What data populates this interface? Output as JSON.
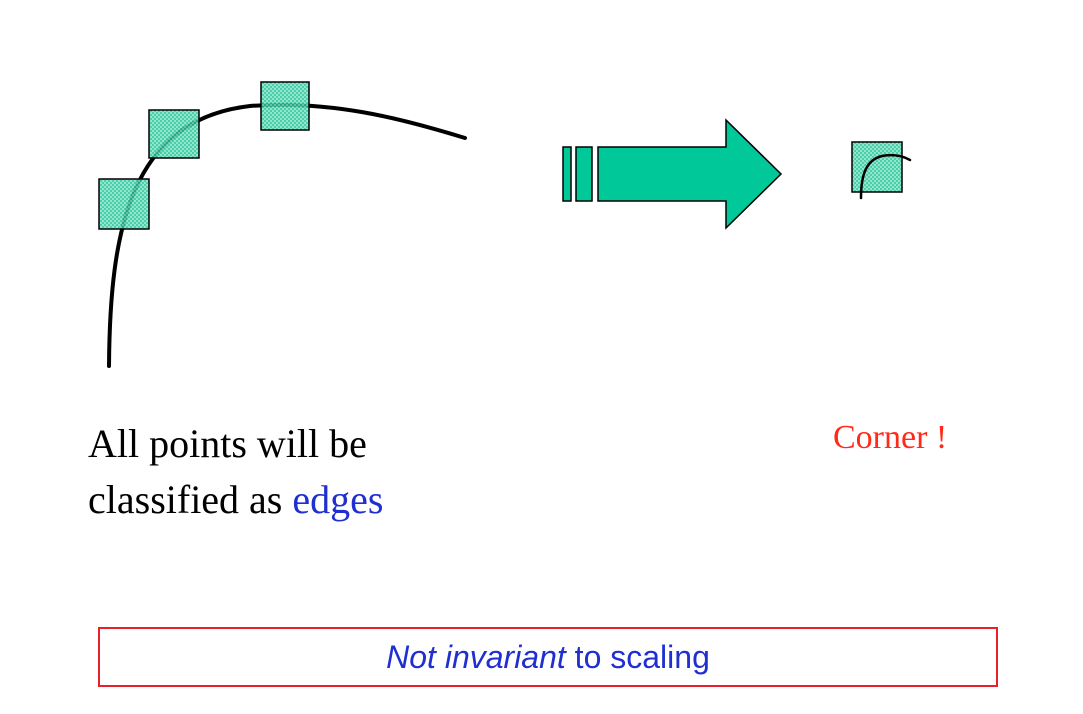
{
  "caption": {
    "line1": "All points will be",
    "line2_prefix": "classified as ",
    "line2_highlight": "edges"
  },
  "corner_label": "Corner !",
  "note": {
    "emphasis": "Not invariant",
    "rest": " to scaling"
  },
  "colors": {
    "window_fill": "#3fcfa6",
    "arrow_fill": "#00c898",
    "curve": "#000000",
    "highlight_text": "#1f2fd0",
    "corner_text": "#ff2a1a",
    "note_border": "#e8202a"
  }
}
